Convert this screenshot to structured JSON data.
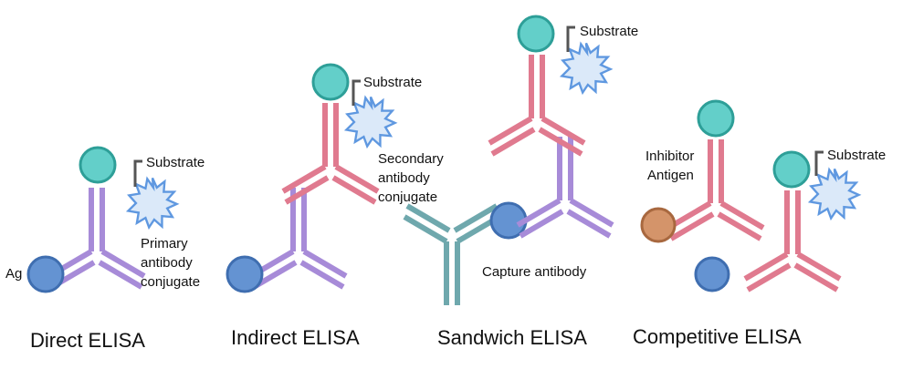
{
  "colors": {
    "purple": "#a78bd8",
    "pink": "#e07a8f",
    "teal_antibody": "#6fa8ad",
    "enzyme": "#63cfc9",
    "enzyme_stroke": "#2e9f98",
    "antigen": "#6493d2",
    "antigen_stroke": "#3f6eb0",
    "inhibitor": "#d4946a",
    "inhibitor_stroke": "#a8683f",
    "substrate_fill": "#dbe9f9",
    "substrate_stroke": "#5f98e0",
    "bracket": "#555555"
  },
  "panels": {
    "direct": {
      "title": "Direct ELISA",
      "ag_label": "Ag",
      "substrate_label": "Substrate",
      "conjugate_label": [
        "Primary",
        "antibody",
        "conjugate"
      ]
    },
    "indirect": {
      "title": "Indirect ELISA",
      "substrate_label": "Substrate",
      "conjugate_label": [
        "Secondary",
        "antibody",
        "conjugate"
      ]
    },
    "sandwich": {
      "title": "Sandwich ELISA",
      "substrate_label": "Substrate",
      "capture_label": "Capture antibody"
    },
    "competitive": {
      "title": "Competitive ELISA",
      "substrate_label": "Substrate",
      "inhibitor_label": [
        "Inhibitor",
        "Antigen"
      ]
    }
  }
}
